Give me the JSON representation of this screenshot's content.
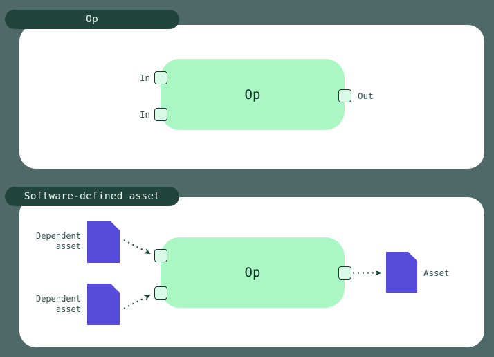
{
  "colors": {
    "background": "#4f6868",
    "tab_background": "#21453c",
    "tab_text": "#eef7f3",
    "card_background": "#ffffff",
    "node_fill": "#abf7c3",
    "node_text": "#10302a",
    "port_fill": "#d9fae6",
    "port_border": "#14382f",
    "asset_fill": "#574bdb",
    "label_text": "#35544f",
    "arrow": "#1d423a"
  },
  "op_panel": {
    "tab_label": "Op",
    "node_label": "Op",
    "input_ports": [
      {
        "label": "In"
      },
      {
        "label": "In"
      }
    ],
    "output_port": {
      "label": "Out"
    }
  },
  "sda_panel": {
    "tab_label": "Software-defined asset",
    "node_label": "Op",
    "dependent_assets": [
      {
        "label": "Dependent\nasset"
      },
      {
        "label": "Dependent\nasset"
      }
    ],
    "produced_asset": {
      "label": "Asset"
    }
  }
}
